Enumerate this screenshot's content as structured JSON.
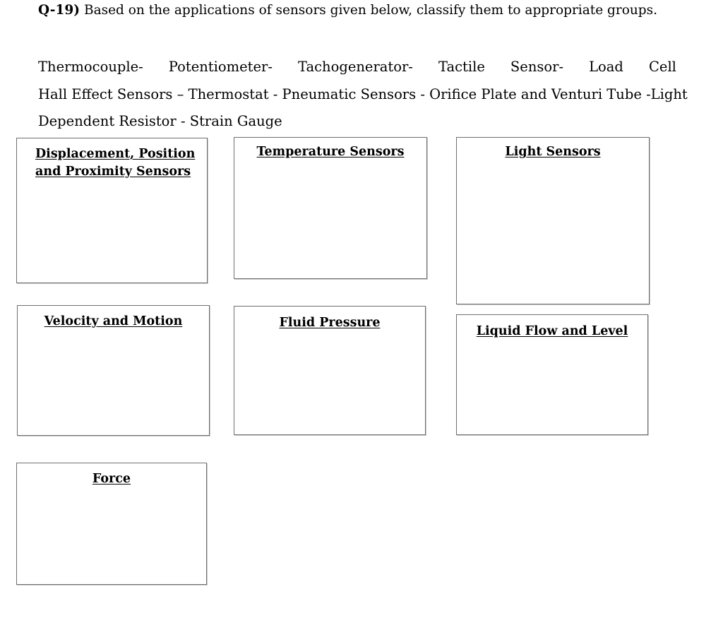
{
  "question": {
    "number": "Q-19)",
    "text": "Based on the applications of sensors given below, classify them to appropriate groups."
  },
  "sensor_list": {
    "line1": [
      "Thermocouple-",
      "Potentiometer-",
      "Tachogenerator-",
      "Tactile",
      "Sensor-",
      "Load",
      "Cell"
    ],
    "line2": "Hall Effect Sensors – Thermostat - Pneumatic Sensors -  Orifice Plate and Venturi Tube -Light",
    "line3": "Dependent Resistor -  Strain Gauge",
    "items": [
      "Thermocouple",
      "Potentiometer",
      "Tachogenerator",
      "Tactile Sensor",
      "Load Cell",
      "Hall Effect Sensors",
      "Thermostat",
      "Pneumatic Sensors",
      "Orifice Plate and Venturi Tube",
      "Light Dependent Resistor",
      "Strain Gauge"
    ]
  },
  "categories": [
    {
      "id": "displacement",
      "title_line1": "Displacement, Position",
      "title_line2": "and Proximity Sensors"
    },
    {
      "id": "temperature",
      "title_line1": "Temperature Sensors",
      "title_line2": ""
    },
    {
      "id": "light",
      "title_line1": "Light Sensors",
      "title_line2": ""
    },
    {
      "id": "velocity",
      "title_line1": "Velocity and Motion",
      "title_line2": ""
    },
    {
      "id": "fluid",
      "title_line1": "Fluid Pressure",
      "title_line2": ""
    },
    {
      "id": "liquid",
      "title_line1": "Liquid Flow and Level",
      "title_line2": ""
    },
    {
      "id": "force",
      "title_line1": "Force",
      "title_line2": ""
    }
  ],
  "colors": {
    "page_background": "#ffffff",
    "text": "#000000",
    "box_border": "#6f6f6f",
    "box_shadow": "#c9c9c9"
  }
}
